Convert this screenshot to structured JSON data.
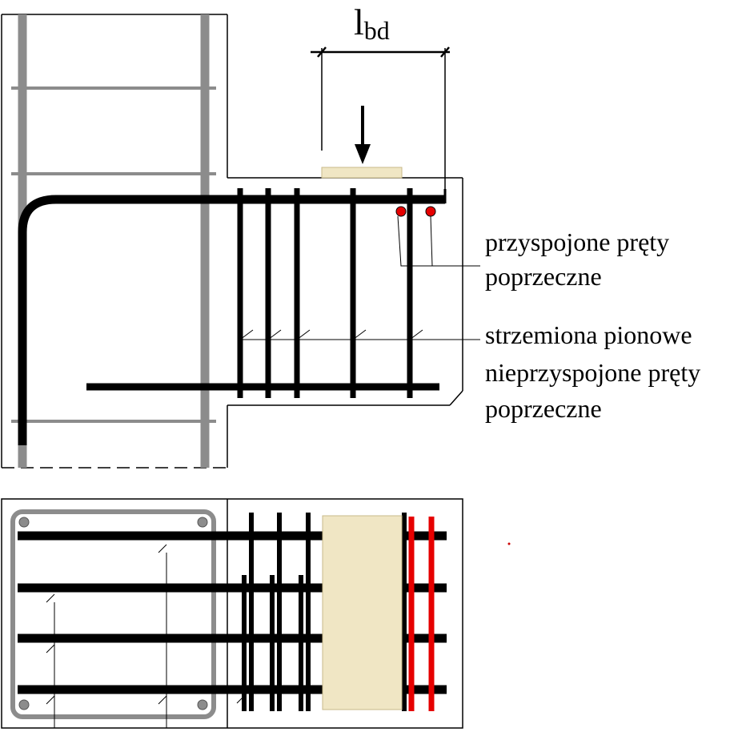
{
  "dimension": {
    "symbol": "l",
    "subscript": "bd"
  },
  "annotations": {
    "welded_bars_line1": "przyspojone pręty",
    "welded_bars_line2": "poprzeczne",
    "stirrups": "strzemiona pionowe",
    "unwelded_bars_line1": "nieprzyspojone pręty",
    "unwelded_bars_line2": "poprzeczne"
  },
  "colors": {
    "main_bars": "#000000",
    "column_bars": "#8c8c8c",
    "bearing_pad": "#f0e6c4",
    "welded_bars": "#e60000",
    "outline": "#000000"
  }
}
